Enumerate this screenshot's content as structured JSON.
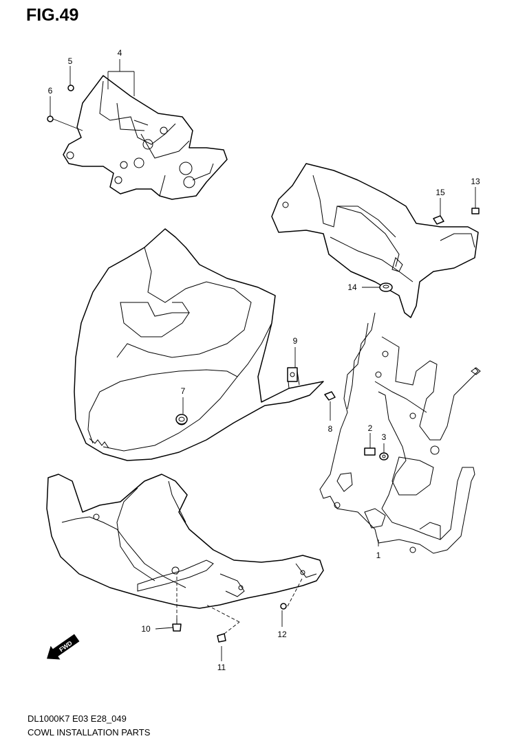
{
  "figure": {
    "title": "FIG.49"
  },
  "callouts": {
    "c1": "1",
    "c2": "2",
    "c3": "3",
    "c4": "4",
    "c5": "5",
    "c6": "6",
    "c7": "7",
    "c8": "8",
    "c9": "9",
    "c10": "10",
    "c11": "11",
    "c12": "12",
    "c13": "13",
    "c14": "14",
    "c15": "15"
  },
  "fwd_arrow": {
    "label": "FWD"
  },
  "footer": {
    "code": "DL1000K7 E03 E28_049",
    "caption": "COWL INSTALLATION PARTS"
  }
}
